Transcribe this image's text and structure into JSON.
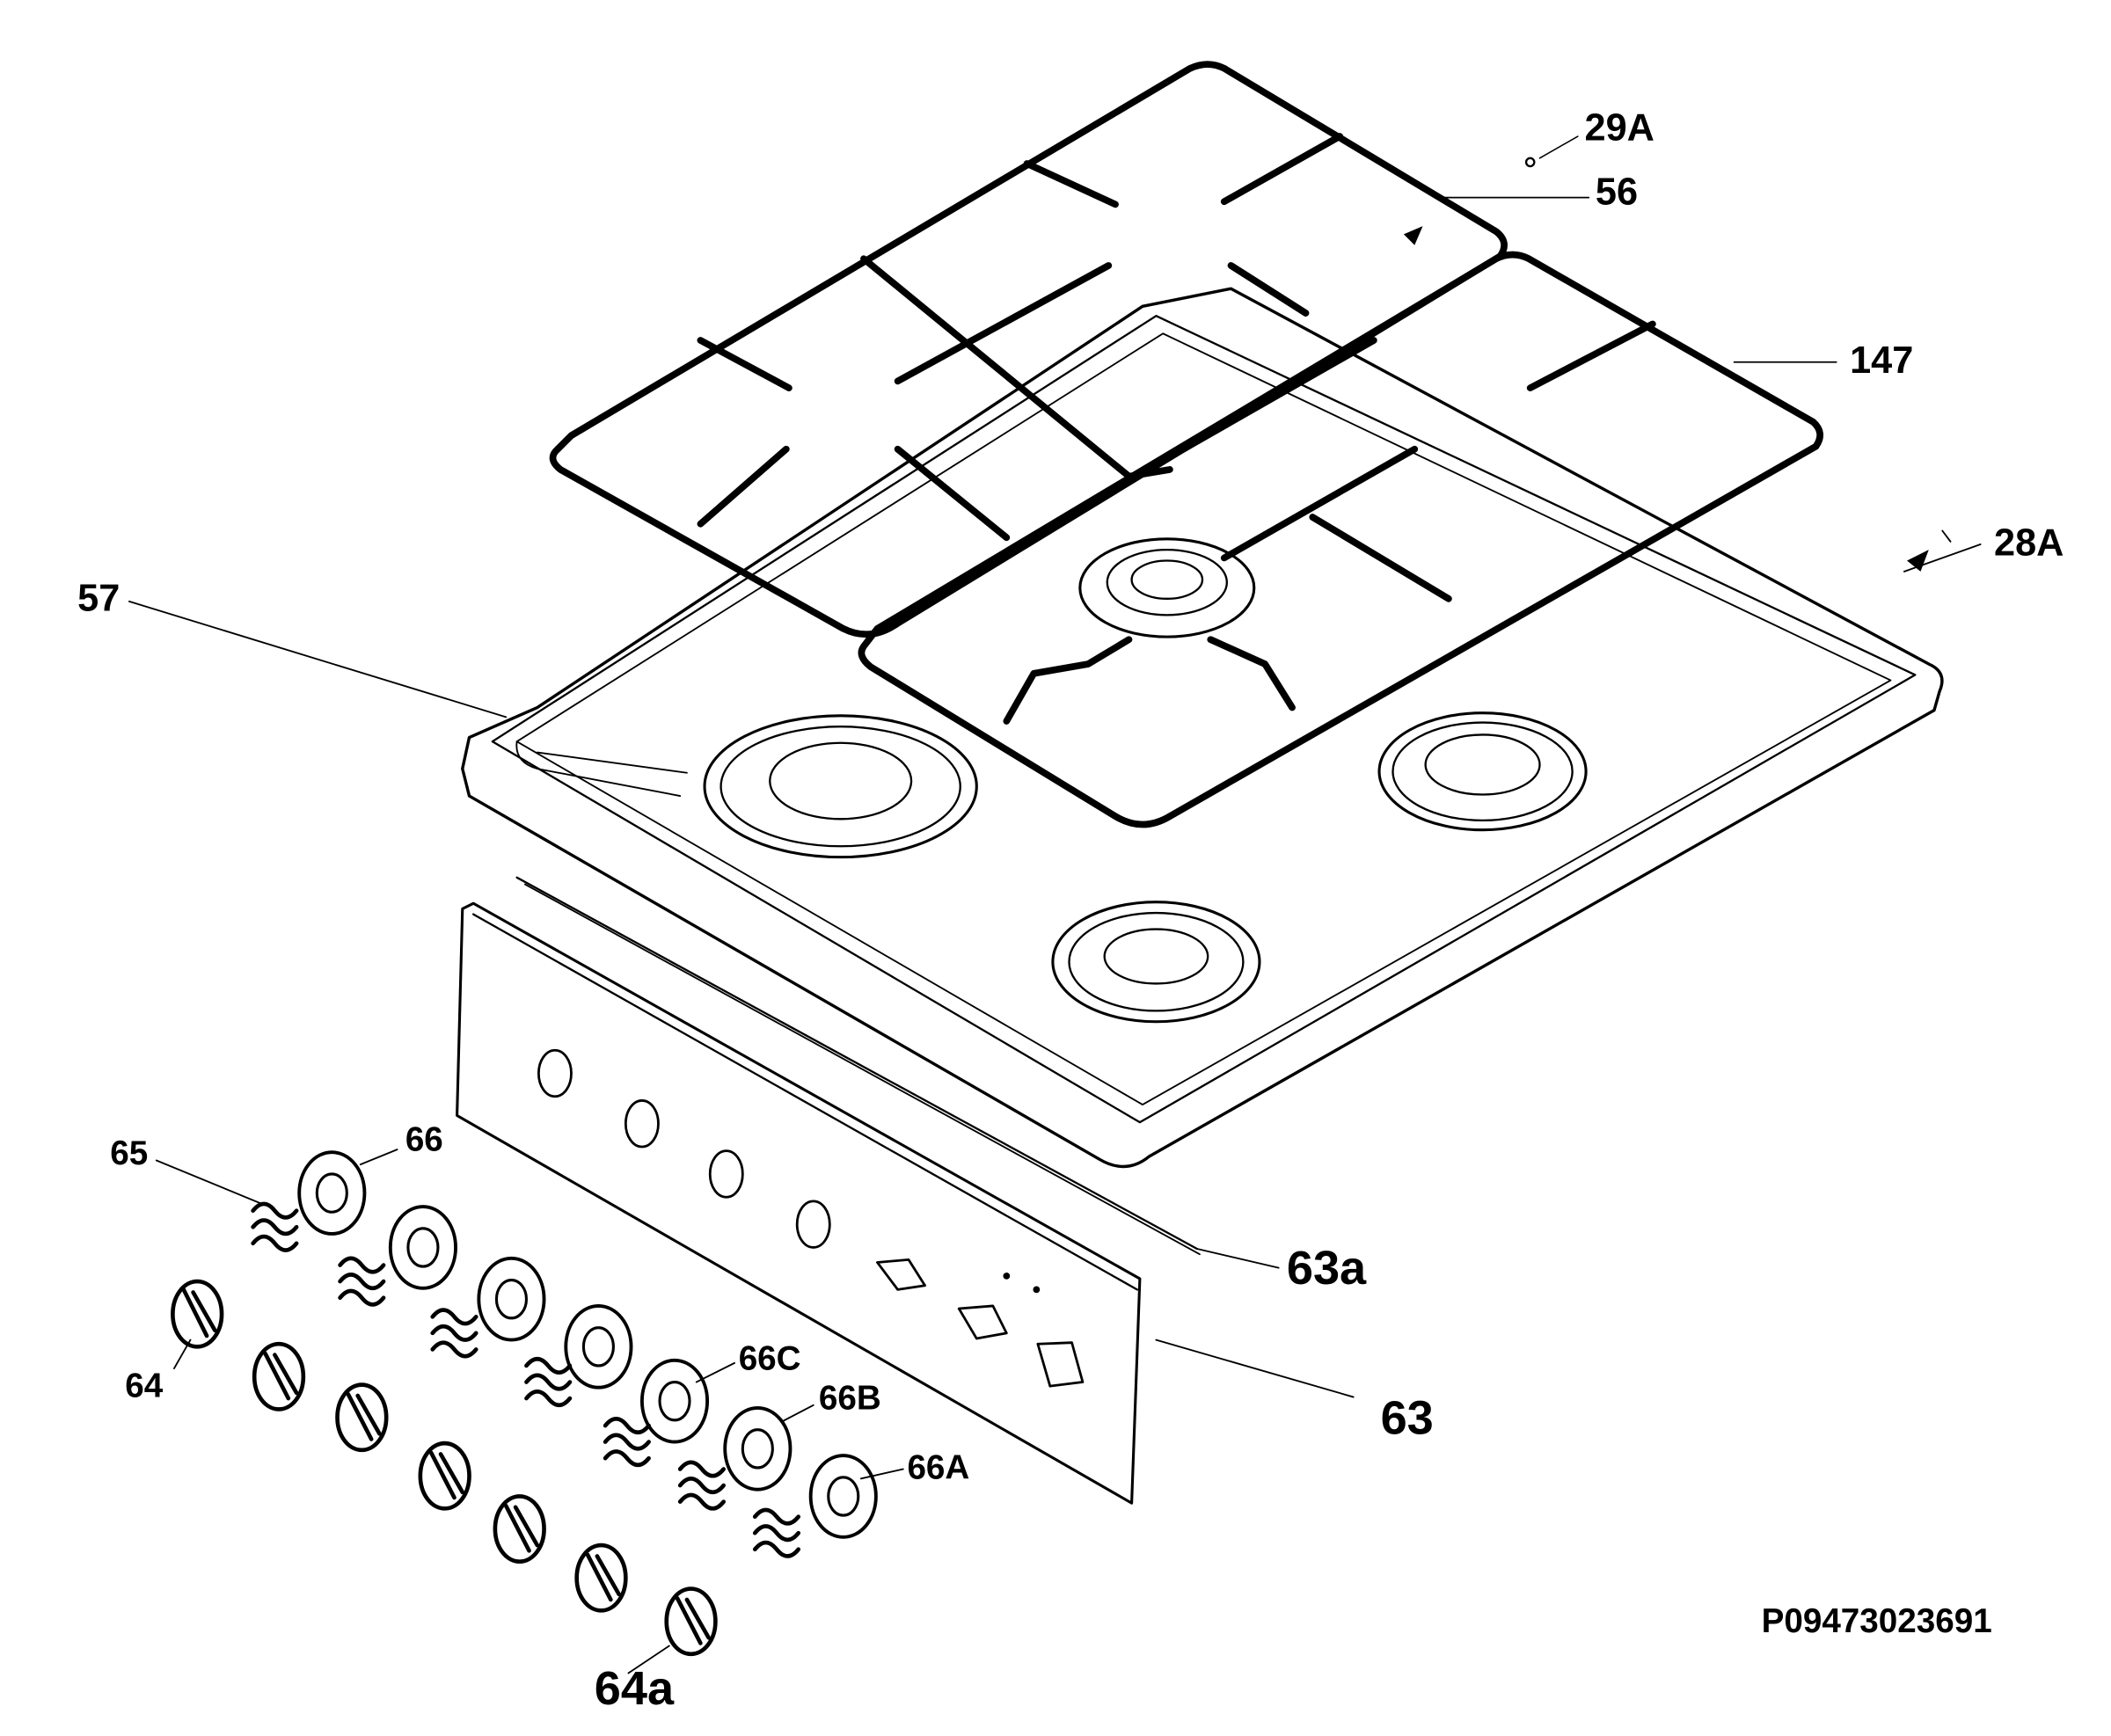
{
  "callouts": {
    "c29A": "29A",
    "c56": "56",
    "c147": "147",
    "c28A": "28A",
    "c57": "57",
    "c65": "65",
    "c66": "66",
    "c64": "64",
    "c66C": "66C",
    "c66B": "66B",
    "c66A": "66A",
    "c63a": "63a",
    "c63": "63",
    "c64a": "64a"
  },
  "drawing_code": "P09473023691"
}
